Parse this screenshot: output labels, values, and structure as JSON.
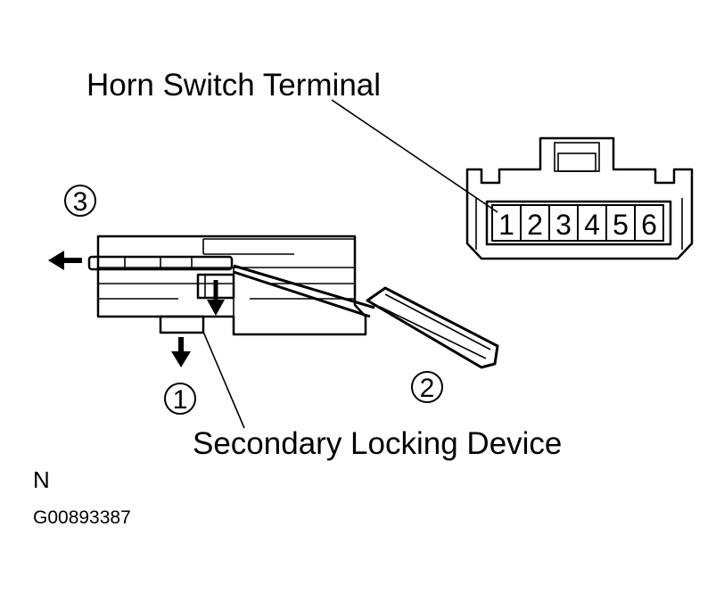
{
  "labels": {
    "horn_switch_terminal": "Horn Switch Terminal",
    "secondary_locking_device": "Secondary Locking Device",
    "orientation": "N",
    "figure_id": "G00893387"
  },
  "steps": [
    "1",
    "2",
    "3"
  ],
  "terminals": [
    "1",
    "2",
    "3",
    "4",
    "5",
    "6"
  ],
  "colors": {
    "ink": "#000000",
    "background": "#ffffff"
  }
}
